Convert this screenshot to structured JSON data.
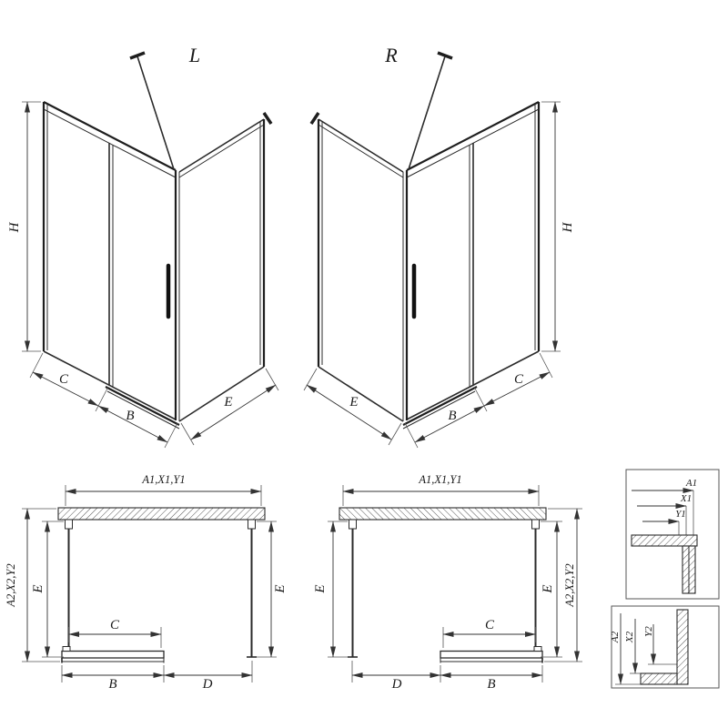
{
  "views": {
    "iso_left": {
      "title": "L",
      "h": "H",
      "c": "C",
      "b": "B",
      "e": "E"
    },
    "iso_right": {
      "title": "R",
      "h": "H",
      "c": "C",
      "b": "B",
      "e": "E"
    },
    "plan_left": {
      "top_dim": "A1,X1,Y1",
      "side_dim": "A2,X2,Y2",
      "e_left": "E",
      "e_right": "E",
      "c": "C",
      "b": "B",
      "d": "D"
    },
    "plan_right": {
      "top_dim": "A1,X1,Y1",
      "side_dim": "A2,X2,Y2",
      "e_left": "E",
      "e_right": "E",
      "c": "C",
      "b": "B",
      "d": "D"
    },
    "detail_top": {
      "a1": "A1",
      "x1": "X1",
      "y1": "Y1"
    },
    "detail_bottom": {
      "a2": "A2",
      "x2": "X2",
      "y2": "Y2"
    }
  }
}
